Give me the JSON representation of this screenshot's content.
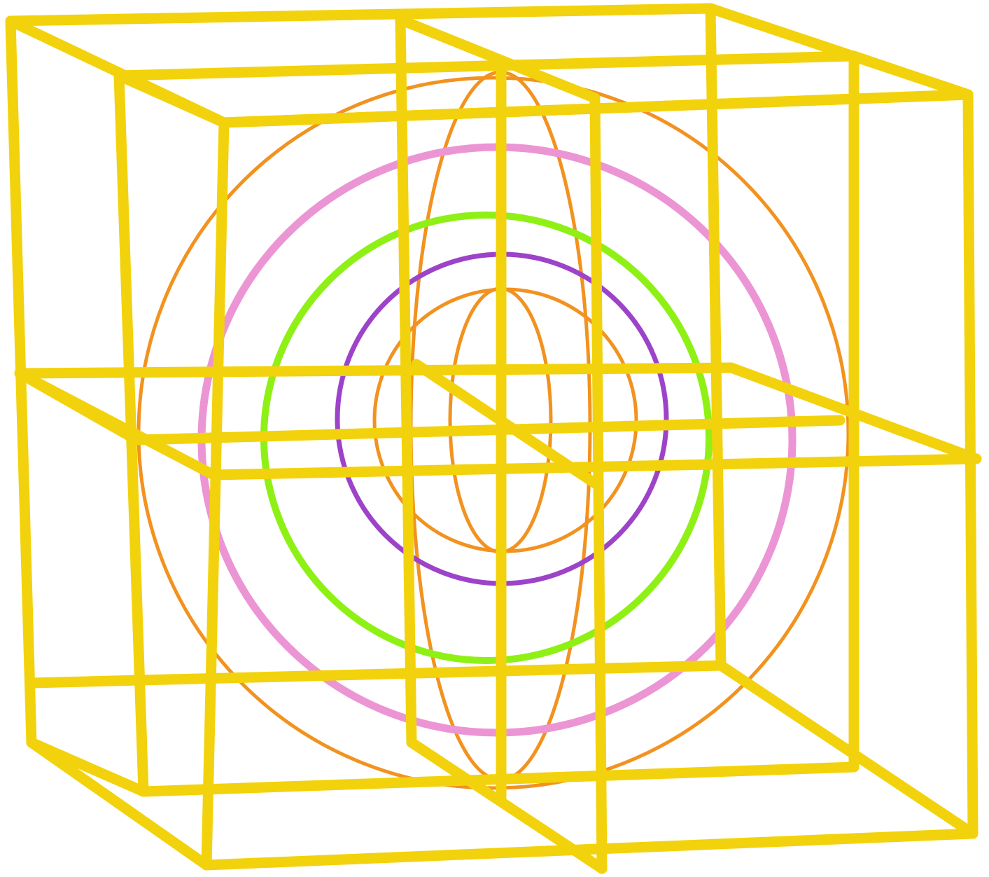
{
  "colors": {
    "background": "#ffffff",
    "cube_frame": "#f2d20c",
    "outer_sphere": "#f2921f",
    "inner_sphere": "#f2921f",
    "pink_ring": "#ec95d4",
    "green_ring": "#8ff016",
    "purple_ring": "#9d43c9"
  },
  "picture": {
    "rings": [
      {
        "name": "outer-sphere-circle",
        "color_key": "outer_sphere"
      },
      {
        "name": "outer-sphere-meridian-ellipse",
        "color_key": "outer_sphere"
      },
      {
        "name": "pink-ring",
        "color_key": "pink_ring"
      },
      {
        "name": "green-ring",
        "color_key": "green_ring"
      },
      {
        "name": "purple-ring",
        "color_key": "purple_ring"
      },
      {
        "name": "inner-sphere-circle",
        "color_key": "inner_sphere"
      },
      {
        "name": "inner-sphere-meridian-ellipse",
        "color_key": "inner_sphere"
      }
    ]
  }
}
